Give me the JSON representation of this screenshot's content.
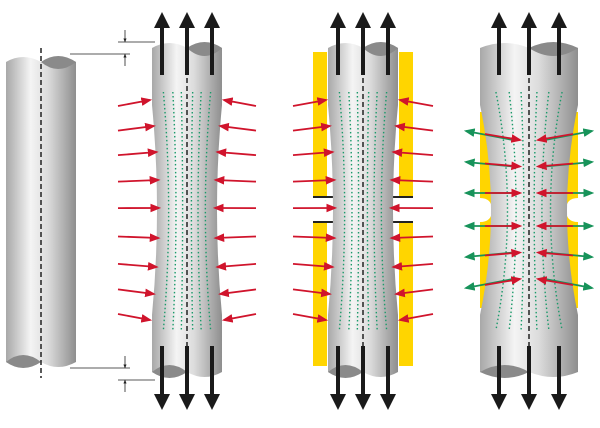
{
  "colors": {
    "force_arrow": "#1a1a1a",
    "pressure_arrow": "#d0142c",
    "flow_arrow": "#17935a",
    "stream_line": "#1a9a6a",
    "constraint": "#ffd500",
    "cylinder_light": "#f2f2f2",
    "cylinder_dark": "#9a9a9a"
  },
  "panels": [
    "original-specimen",
    "tension-with-lateral-pressure",
    "tension-with-side-constraints",
    "tension-with-lateral-flow"
  ]
}
